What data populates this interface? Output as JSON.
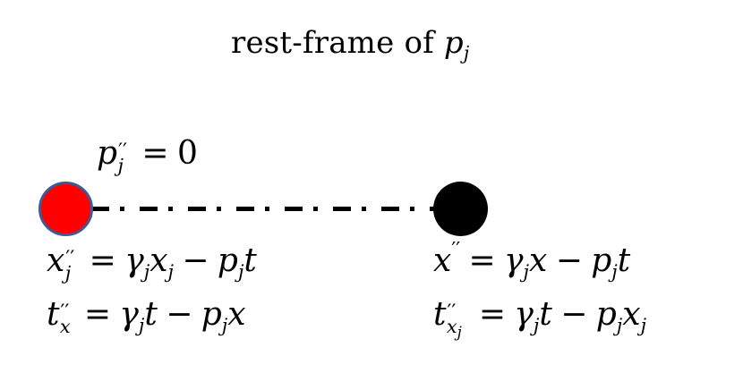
{
  "diagram": {
    "title": {
      "text": "rest-frame of",
      "symbol_base": "p",
      "symbol_sub": "j"
    },
    "momentum_label": {
      "base": "p",
      "prime": "′′",
      "sub": "j",
      "op": "=",
      "value": "0"
    },
    "particles": [
      {
        "name": "particle-j",
        "fill": "#ff0000",
        "stroke": "#3b5b95"
      },
      {
        "name": "particle-x",
        "fill": "#000000"
      }
    ],
    "connector": {
      "style": "dash-dot",
      "color": "#000000"
    },
    "equations_left": [
      {
        "lhs_base": "x",
        "lhs_prime": "′′",
        "lhs_sub": "j",
        "op": "=",
        "rhs": [
          {
            "t": "γ",
            "sub": "j"
          },
          {
            "t": "x",
            "sub": "j"
          },
          {
            "op": "−"
          },
          {
            "t": "p",
            "sub": "j"
          },
          {
            "t": "t"
          }
        ]
      },
      {
        "lhs_base": "t",
        "lhs_prime": "′′",
        "lhs_sub": "x",
        "op": "=",
        "rhs": [
          {
            "t": "γ",
            "sub": "j"
          },
          {
            "t": "t"
          },
          {
            "op": "−"
          },
          {
            "t": "p",
            "sub": "j"
          },
          {
            "t": "x"
          }
        ]
      }
    ],
    "equations_right": [
      {
        "lhs_base": "x",
        "lhs_prime": "′′",
        "op": "=",
        "rhs": [
          {
            "t": "γ",
            "sub": "j"
          },
          {
            "t": "x"
          },
          {
            "op": "−"
          },
          {
            "t": "p",
            "sub": "j"
          },
          {
            "t": "t"
          }
        ]
      },
      {
        "lhs_base": "t",
        "lhs_prime": "′′",
        "lhs_sub": "x",
        "lhs_subsub": "j",
        "op": "=",
        "rhs": [
          {
            "t": "γ",
            "sub": "j"
          },
          {
            "t": "t"
          },
          {
            "op": "−"
          },
          {
            "t": "p",
            "sub": "j"
          },
          {
            "t": "x",
            "sub": "j"
          }
        ]
      }
    ]
  }
}
